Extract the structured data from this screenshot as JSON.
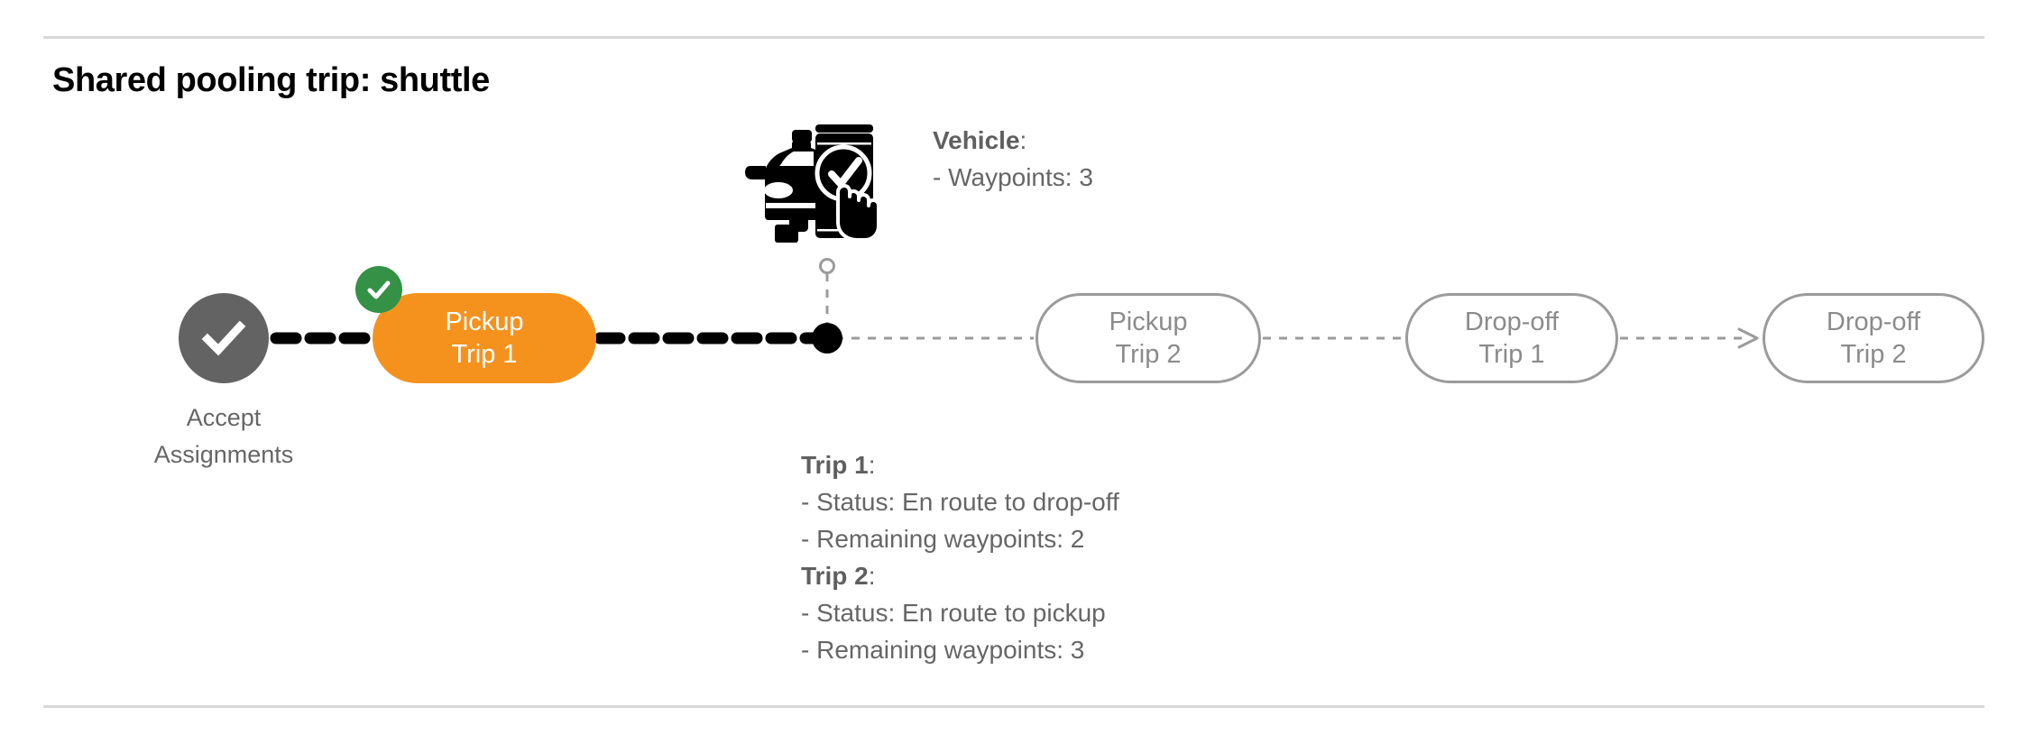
{
  "page": {
    "title": "Shared pooling trip: shuttle",
    "background": "#ffffff"
  },
  "colors": {
    "active_node": "#F5921E",
    "completed_node": "#636363",
    "completed_badge": "#349146",
    "future_node_border": "#9b9b9b",
    "future_node_text": "#8b8b8b",
    "body_text": "#666666",
    "divider": "#d8d8d8",
    "active_path": "#000000",
    "future_path": "#9b9b9b"
  },
  "timeline": {
    "nodes": [
      {
        "id": "accept-assignments",
        "label_line1": "Accept",
        "label_line2": "Assignments",
        "state": "completed",
        "shape": "circle",
        "icon": "check-icon"
      },
      {
        "id": "pickup-trip-1",
        "label_line1": "Pickup",
        "label_line2": "Trip 1",
        "state": "active",
        "shape": "pill",
        "badge_icon": "check-badge-icon"
      },
      {
        "id": "pickup-trip-2",
        "label_line1": "Pickup",
        "label_line2": "Trip 2",
        "state": "upcoming",
        "shape": "pill"
      },
      {
        "id": "dropoff-trip-1",
        "label_line1": "Drop-off",
        "label_line2": "Trip 1",
        "state": "upcoming",
        "shape": "pill"
      },
      {
        "id": "dropoff-trip-2",
        "label_line1": "Drop-off",
        "label_line2": "Trip 2",
        "state": "upcoming",
        "shape": "pill"
      }
    ],
    "vehicle_marker": {
      "icon": "vehicle-phone-check-icon",
      "marker_icon": "hollow-circle-marker-icon",
      "position_dot_icon": "current-position-dot-icon"
    }
  },
  "vehicle": {
    "heading": "Vehicle",
    "heading_suffix": ":",
    "waypoints_line": "- Waypoints: 3",
    "waypoints_count": "3"
  },
  "trips": [
    {
      "heading": "Trip 1",
      "heading_suffix": ":",
      "status_line": "- Status:  En route to drop-off",
      "waypoints_line": "- Remaining waypoints: 2"
    },
    {
      "heading": "Trip 2",
      "heading_suffix": ":",
      "status_line": "- Status:  En route to pickup",
      "waypoints_line": "- Remaining waypoints: 3"
    }
  ]
}
